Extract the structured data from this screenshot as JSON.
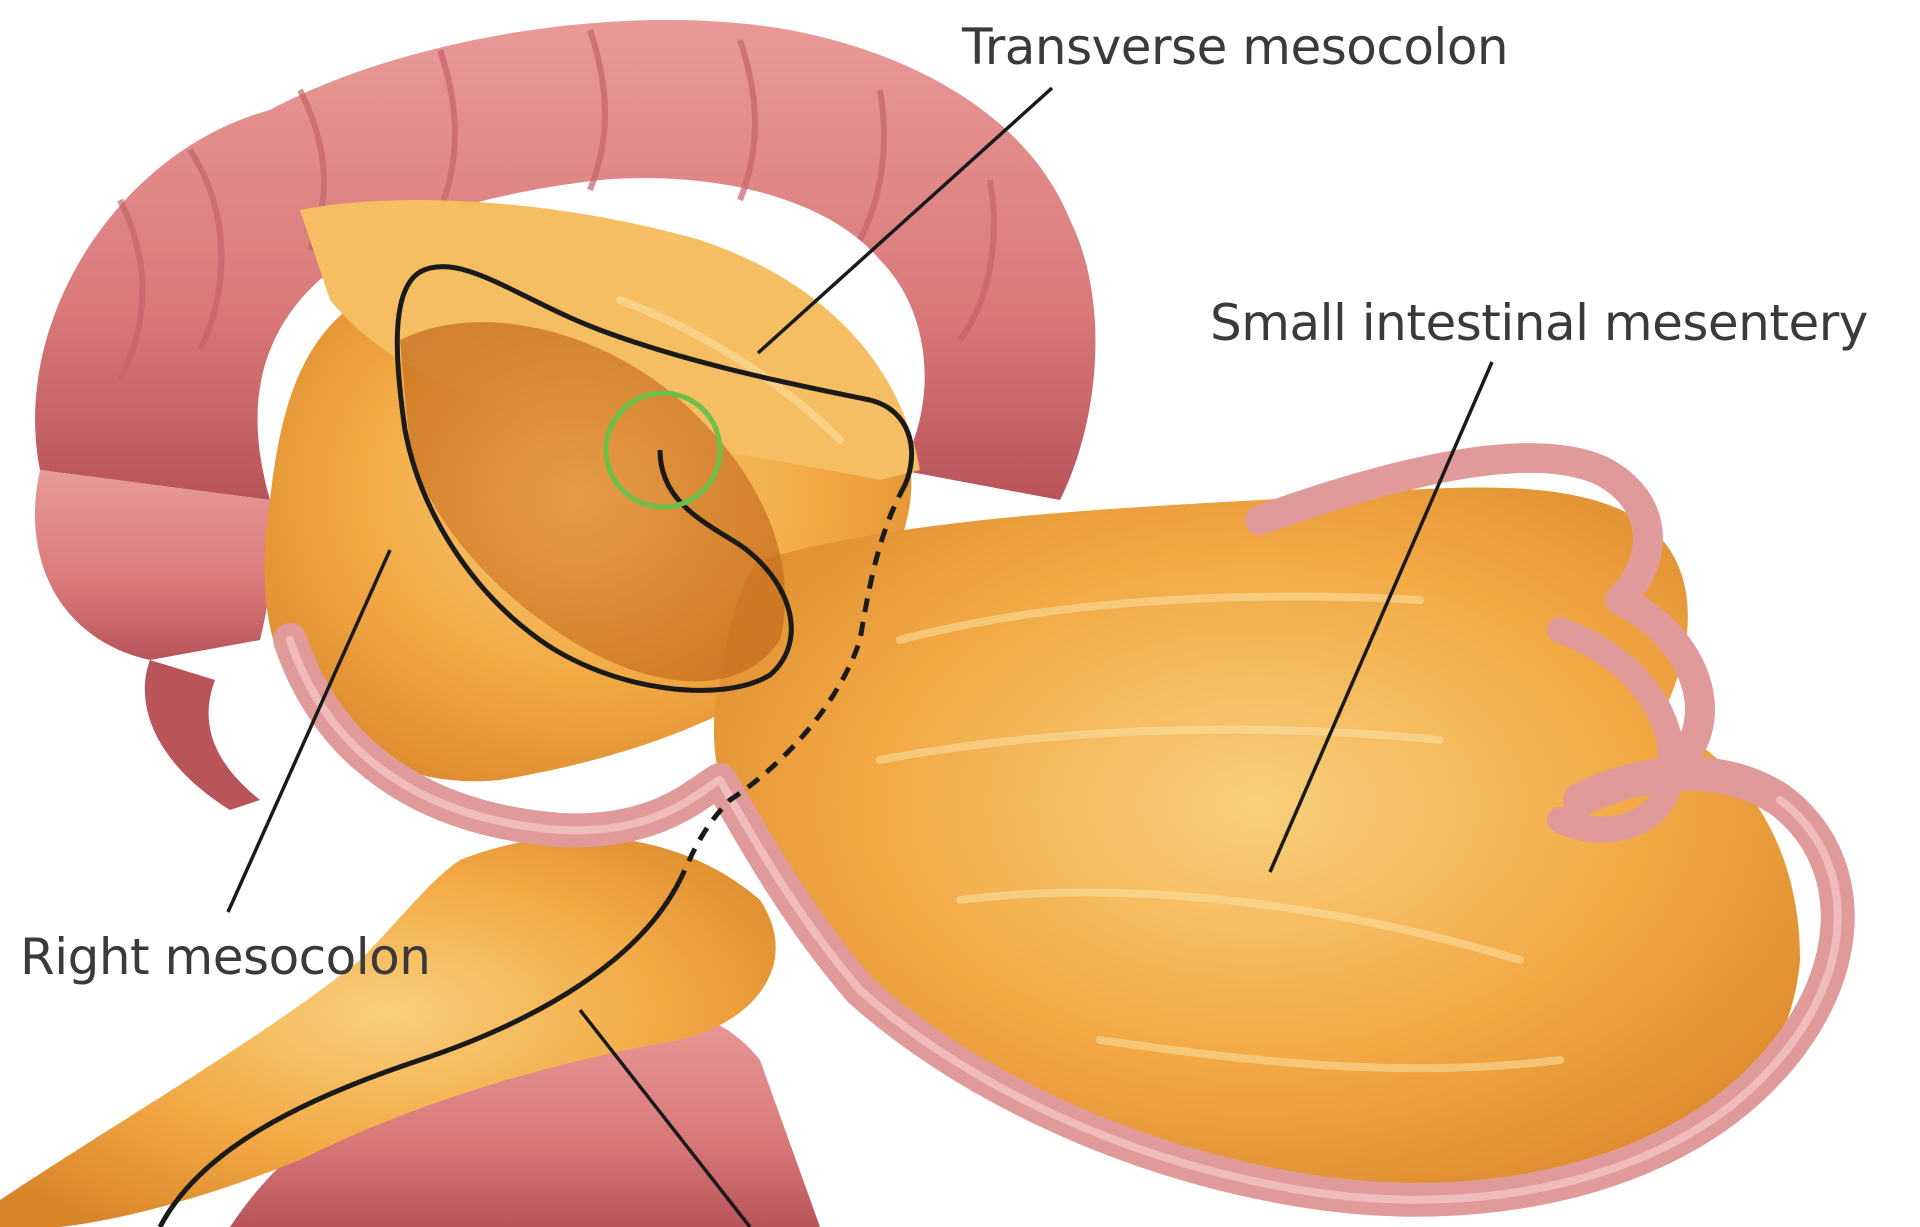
{
  "labels": {
    "transverse_mesocolon": "Transverse mesocolon",
    "small_intestinal_mesentery": "Small intestinal mesentery",
    "right_mesocolon": "Right mesocolon"
  },
  "colors": {
    "bowel_wall": "#d9797a",
    "bowel_shadow": "#b8545a",
    "mesentery_fat": "#f2a944",
    "mesentery_light": "#f8cf7c",
    "mesentery_dark": "#d9862a",
    "leader_line": "#1a1a1a",
    "marker_circle": "#6cc04a",
    "label_text": "#3a3a3a"
  }
}
